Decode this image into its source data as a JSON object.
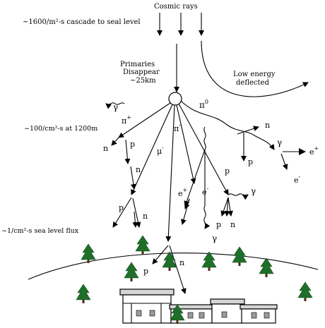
{
  "labels": {
    "cosmic_rays": "Cosmic rays",
    "cascade_flux": "~1600/m²-s cascade to seal level",
    "primaries_line1": "Primaries",
    "primaries_line2": "Disappear",
    "primaries_line3": "~25km",
    "low_energy_line1": "Low energy",
    "low_energy_line2": "deflected",
    "flux_1200": "~100/cm²-s at 1200m",
    "sea_level_flux": "~1/cm²-s sea level flux"
  },
  "particles": {
    "pi_zero": "π",
    "pi_zero_sup": "0",
    "pi_plus": "π",
    "pi_plus_sup": "+",
    "pi_minus": "π",
    "pi_minus_sup": "-",
    "mu_minus": "μ",
    "mu_minus_sup": "-",
    "e_plus": "e",
    "e_plus_sup": "+",
    "e_minus": "e",
    "e_minus_sup": "-",
    "e_plus_right": "e",
    "e_plus_right_sup": "+",
    "e_minus_right": "e",
    "e_minus_right_sup": "-",
    "gamma": "γ",
    "n": "n",
    "p": "p"
  },
  "colors": {
    "tree": "#1f6f2a",
    "roof": "#d6d6d6",
    "window": "#9a9a9a"
  }
}
